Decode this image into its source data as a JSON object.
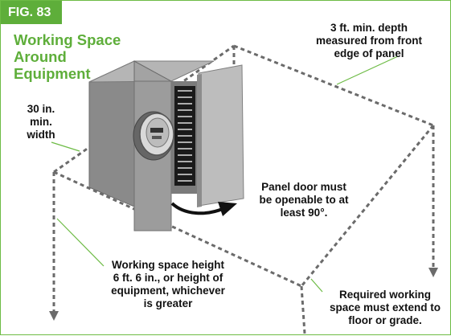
{
  "figure": {
    "tag": "FIG. 83",
    "title": "Working Space\nAround\nEquipment"
  },
  "labels": {
    "depth": "3 ft. min. depth\nmeasured from front\nedge of panel",
    "width": "30 in.\nmin.\nwidth",
    "door": "Panel door must\nbe openable to at\nleast 90°.",
    "height": "Working space height\n6 ft. 6 in., or height of\nequipment, whichever\nis greater",
    "floor": "Required working\nspace must extend to\nfloor or grade."
  },
  "colors": {
    "accent": "#5eae3a",
    "leader": "#6dbb45",
    "dashed": "#6b6b6b",
    "panel": "#8f8f8f"
  },
  "icons": [
    "electric-meter-icon",
    "circuit-breaker-icon",
    "door-swing-arrow-icon",
    "down-arrow-icon"
  ]
}
